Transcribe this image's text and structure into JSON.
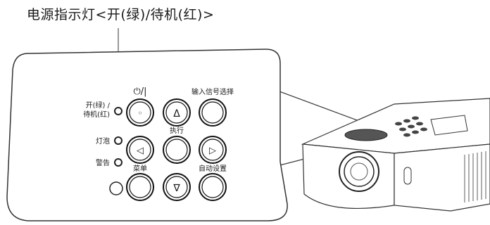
{
  "title": "电源指示灯<开(绿)/待机(红)>",
  "labels": {
    "power_symbol": "⏻/|",
    "input_select": "输入信号选择",
    "execute": "执行",
    "menu": "菜单",
    "auto_setup": "自动设置",
    "power_on_line1": "开(绿) /",
    "power_on_line2": "待机(红)",
    "lamp": "灯泡",
    "warning": "警告"
  },
  "buttons": {
    "power": "◦",
    "up": "Δ",
    "left": "◁",
    "right": "▷",
    "down": "∇"
  }
}
